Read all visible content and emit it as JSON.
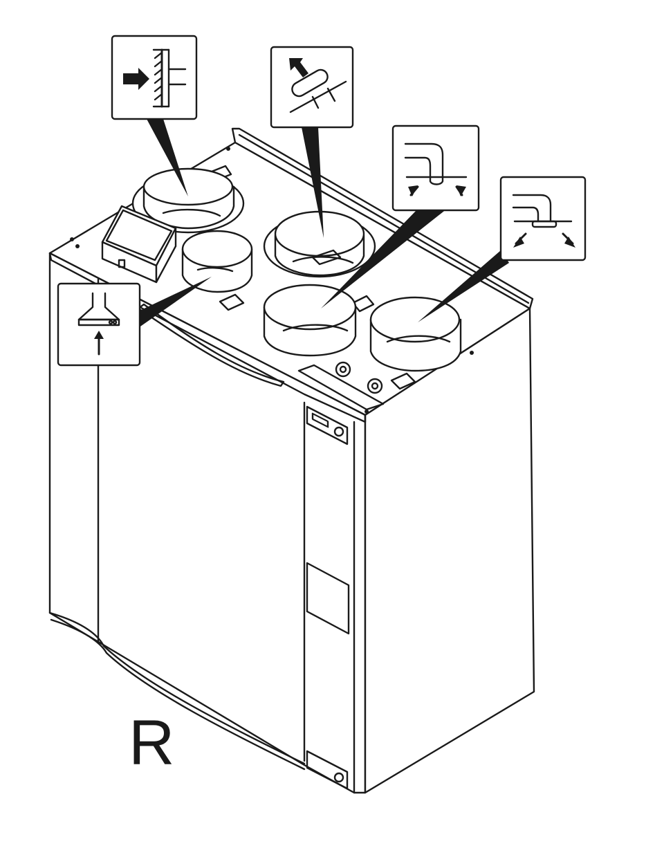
{
  "figure": {
    "variant_label": "R",
    "colors": {
      "line": "#1a1a1a",
      "icon_box_fill": "#ffffff",
      "pointer": "#1a1a1a"
    }
  },
  "callouts": [
    {
      "id": "outdoor-air-intake",
      "icon": "grille-intake-icon"
    },
    {
      "id": "exhaust-air-outlet",
      "icon": "roof-outlet-icon"
    },
    {
      "id": "extract-air",
      "icon": "ceiling-extract-icon"
    },
    {
      "id": "supply-air",
      "icon": "ceiling-supply-icon"
    },
    {
      "id": "cooker-hood",
      "icon": "cooker-hood-icon"
    }
  ]
}
